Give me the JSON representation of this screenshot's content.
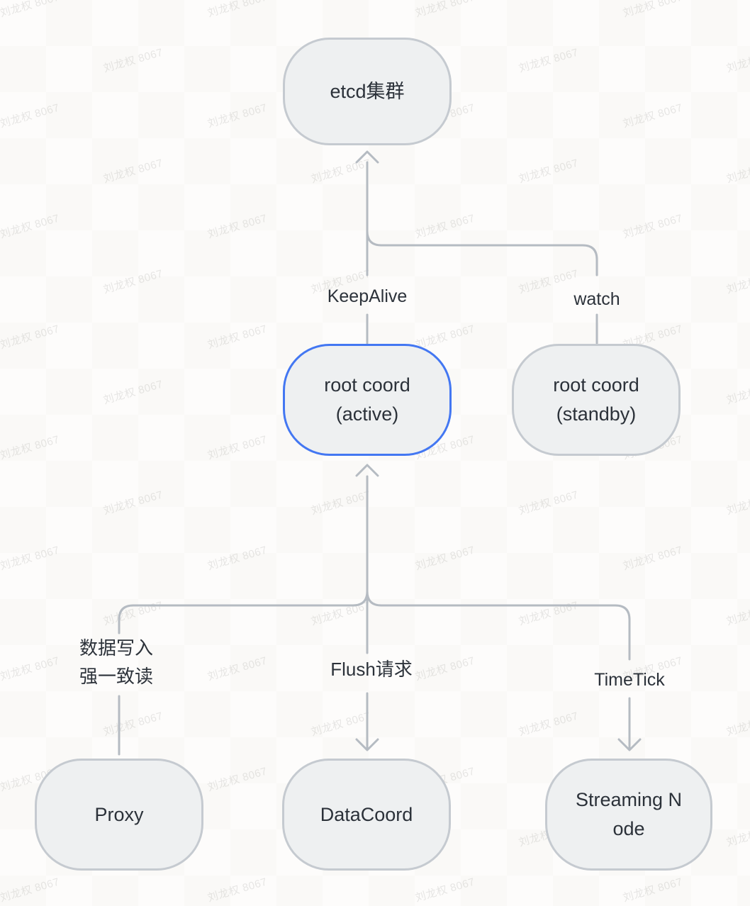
{
  "title": "milvus-rootcoord-architecture-diagram",
  "watermark": {
    "text": "刘龙权 8067"
  },
  "colors": {
    "background": "#fdfcfb",
    "node_fill": "#eef0f1",
    "node_border": "#c5cad0",
    "active_node_border": "#4377f2",
    "connector_line": "#b5bbc2",
    "text": "#2b3139",
    "watermark": "#e8e7e4"
  },
  "nodes": {
    "etcd": {
      "lines": [
        "etcd集群"
      ]
    },
    "root_active": {
      "lines": [
        "root coord",
        "(active)"
      ]
    },
    "root_standby": {
      "lines": [
        "root coord",
        "(standby)"
      ]
    },
    "proxy": {
      "lines": [
        "Proxy"
      ]
    },
    "datacoord": {
      "lines": [
        "DataCoord"
      ]
    },
    "streaming": {
      "lines": [
        "Streaming N",
        "ode"
      ]
    }
  },
  "edge_labels": {
    "keepalive": "KeepAlive",
    "watch": "watch",
    "write_line1": "数据写入",
    "write_line2": "强一致读",
    "flush": "Flush请求",
    "timetick": "TimeTick"
  }
}
